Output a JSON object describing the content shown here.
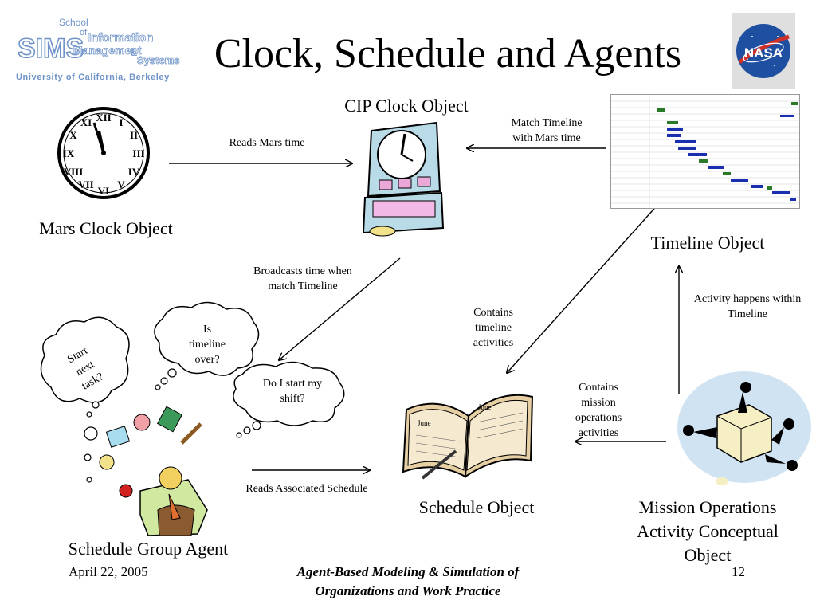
{
  "slide": {
    "title": "Clock, Schedule and Agents",
    "logo_sims": {
      "school_line1": "School",
      "school_line2": "of",
      "info": "Information",
      "mgmt": "Management",
      "amp": "&",
      "systems": "Systems",
      "sims": "SIMS",
      "university": "University of California, Berkeley"
    },
    "logo_nasa": "NASA"
  },
  "nodes": {
    "mars_clock": "Mars Clock Object",
    "cip_clock": "CIP Clock Object",
    "timeline": "Timeline Object",
    "schedule": "Schedule Object",
    "mission_ops_line1": "Mission Operations",
    "mission_ops_line2": "Activity Conceptual",
    "mission_ops_line3": "Object",
    "schedule_agent": "Schedule Group Agent"
  },
  "edges": {
    "reads_mars_time": "Reads Mars time",
    "match_timeline_1": "Match Timeline",
    "match_timeline_2": "with Mars time",
    "broadcasts_1": "Broadcasts time when",
    "broadcasts_2": "match Timeline",
    "contains_tl_1": "Contains",
    "contains_tl_2": "timeline",
    "contains_tl_3": "activities",
    "activity_within_1": "Activity happens within",
    "activity_within_2": "Timeline",
    "contains_mo_1": "Contains",
    "contains_mo_2": "mission",
    "contains_mo_3": "operations",
    "contains_mo_4": "activities",
    "reads_schedule": "Reads Associated Schedule"
  },
  "thoughts": {
    "start_next_1": "Start",
    "start_next_2": "next",
    "start_next_3": "task?",
    "is_timeline_1": "Is",
    "is_timeline_2": "timeline",
    "is_timeline_3": "over?",
    "do_i_start_1": "Do I start my",
    "do_i_start_2": "shift?"
  },
  "footer": {
    "date": "April 22, 2005",
    "course_line1": "Agent-Based Modeling & Simulation of",
    "course_line2": "Organizations and Work Practice",
    "page": "12"
  },
  "colors": {
    "sims_blue": "#6f93c8",
    "nasa_blue": "#1f4fa0",
    "gantt_blue": "#1a2fb0",
    "gantt_green": "#2a7a2a"
  }
}
